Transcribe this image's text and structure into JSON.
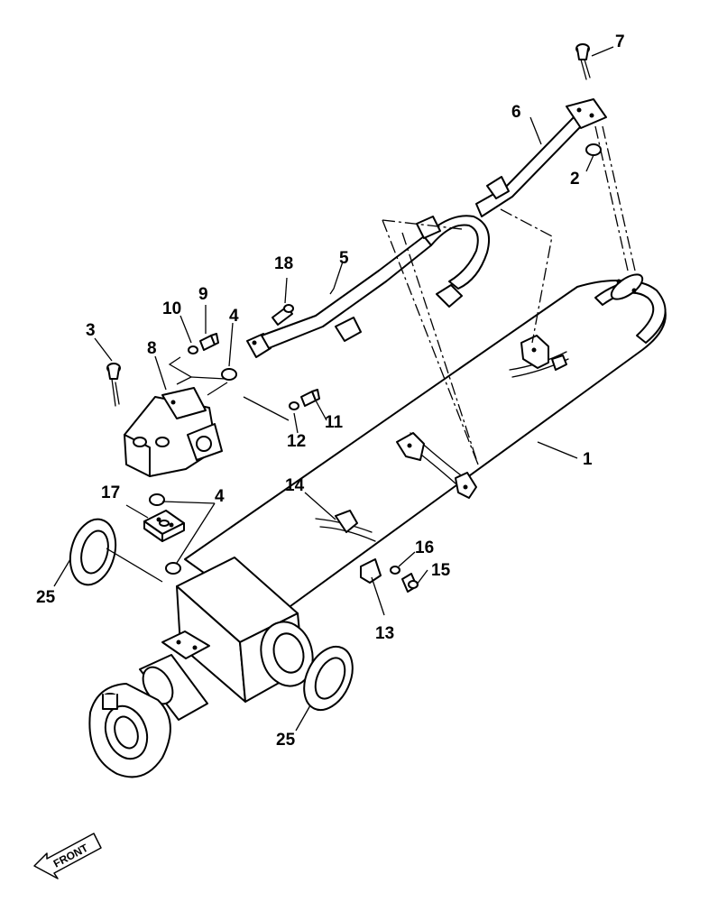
{
  "callouts": {
    "c1": "1",
    "c2": "2",
    "c3": "3",
    "c4a": "4",
    "c4b": "4",
    "c5": "5",
    "c6": "6",
    "c7": "7",
    "c8": "8",
    "c9": "9",
    "c10": "10",
    "c11": "11",
    "c12": "12",
    "c13": "13",
    "c14": "14",
    "c15": "15",
    "c16": "16",
    "c17": "17",
    "c18": "18",
    "c25a": "25",
    "c25b": "25"
  },
  "front_arrow": {
    "label": "FRONT"
  }
}
